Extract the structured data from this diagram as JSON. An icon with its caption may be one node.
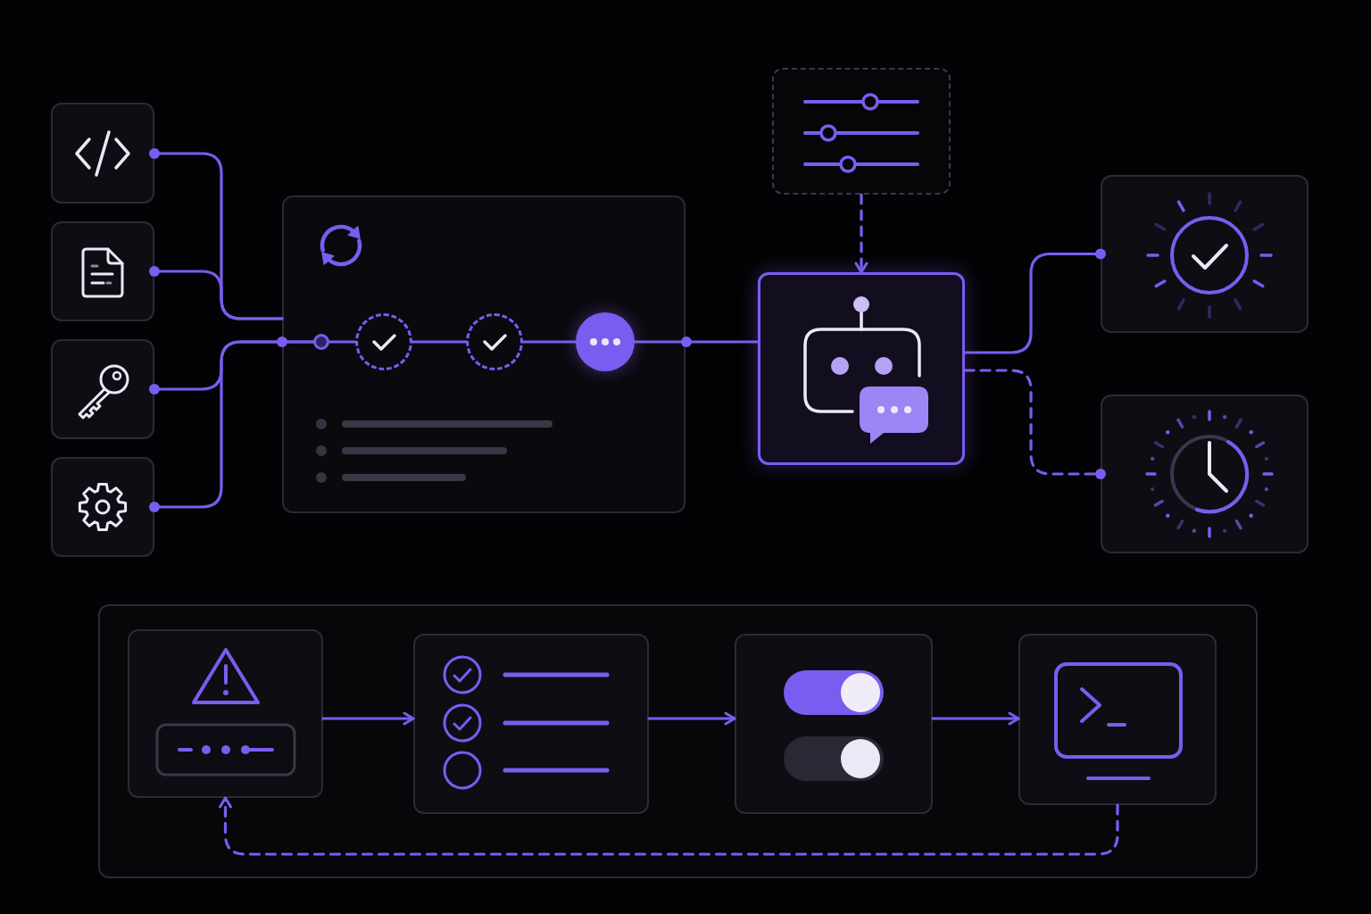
{
  "diagram": {
    "nodes": [
      {
        "text": [],
        "shape": "box"
      },
      {
        "text": [],
        "shape": "box"
      },
      {
        "text": [],
        "shape": "box"
      },
      {
        "text": [],
        "shape": "box"
      },
      {
        "text": [],
        "shape": "box"
      },
      {
        "text": [],
        "shape": "circle",
        "in": 4
      },
      {
        "text": [],
        "shape": "circle",
        "in": 4
      },
      {
        "text": [],
        "shape": "circle",
        "in": 4
      },
      {
        "text": [],
        "shape": "circle",
        "in": 4
      },
      {
        "text": [],
        "shape": "box"
      },
      {
        "text": [],
        "shape": "box"
      },
      {
        "text": [],
        "shape": "box"
      },
      {
        "text": [],
        "shape": "box"
      },
      {
        "text": [],
        "shape": "box"
      },
      {
        "text": [],
        "shape": "box",
        "in": 13
      },
      {
        "text": [],
        "shape": "box",
        "in": 13
      },
      {
        "text": [],
        "shape": "box",
        "in": 13
      },
      {
        "text": [],
        "shape": "box",
        "in": 13
      }
    ],
    "edges": [
      {
        "from": 0,
        "to": 4,
        "arrow": "other"
      },
      {
        "from": 1,
        "to": 4,
        "arrow": "other"
      },
      {
        "from": 2,
        "to": 5,
        "arrow": "other"
      },
      {
        "from": 3,
        "to": 5,
        "arrow": "other"
      },
      {
        "from": 5,
        "to": 6,
        "arrow": "none"
      },
      {
        "from": 6,
        "to": 7,
        "arrow": "none"
      },
      {
        "from": 7,
        "to": 8,
        "arrow": "none"
      },
      {
        "from": 8,
        "to": 10,
        "arrow": "none"
      },
      {
        "from": 9,
        "to": 10,
        "arrow": "to",
        "style": "dashed"
      },
      {
        "from": 10,
        "to": 11,
        "arrow": "other"
      },
      {
        "from": 10,
        "to": 12,
        "arrow": "other",
        "style": "dashed"
      },
      {
        "from": 14,
        "to": 15,
        "arrow": "to"
      },
      {
        "from": 15,
        "to": 16,
        "arrow": "to"
      },
      {
        "from": 16,
        "to": 17,
        "arrow": "to"
      },
      {
        "from": 17,
        "to": 14,
        "arrow": "to",
        "style": "dashed"
      }
    ]
  }
}
